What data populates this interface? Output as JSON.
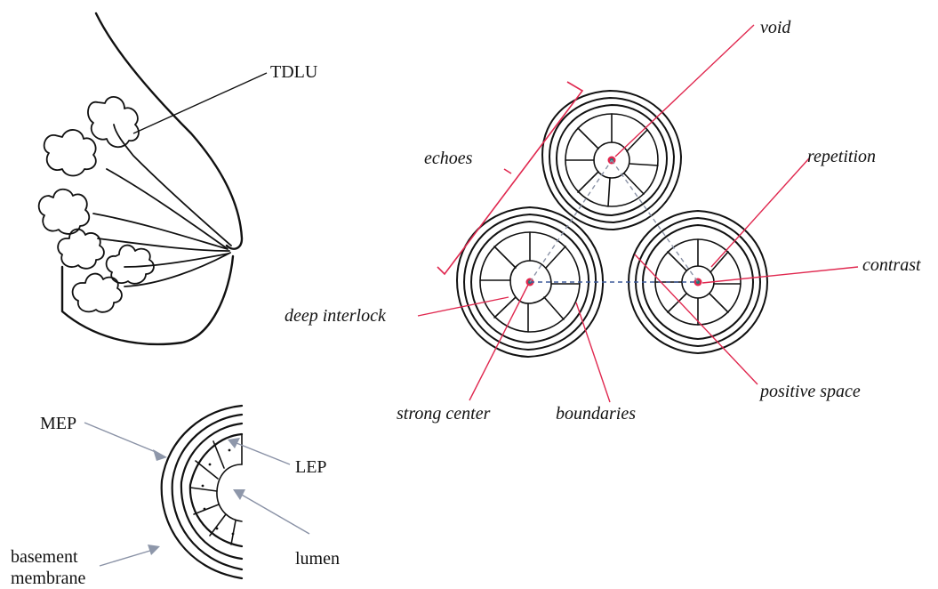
{
  "labels": {
    "tdlu": "TDLU",
    "mep": "MEP",
    "lep": "LEP",
    "lumen": "lumen",
    "basement_line1": "basement",
    "basement_line2": "membrane",
    "void": "void",
    "echoes": "echoes",
    "repetition": "repetition",
    "contrast": "contrast",
    "deep_interlock": "deep interlock",
    "strong_center": "strong center",
    "boundaries": "boundaries",
    "positive_space": "positive space"
  },
  "colors": {
    "ink": "#111111",
    "leader_red": "#e0284f",
    "leader_gray": "#8a92a6",
    "arrow_gray": "#8e97aa",
    "center_dot": "#e0284f",
    "center_dot_inner": "#1e7a78",
    "link_blue": "#3d5a9a"
  }
}
